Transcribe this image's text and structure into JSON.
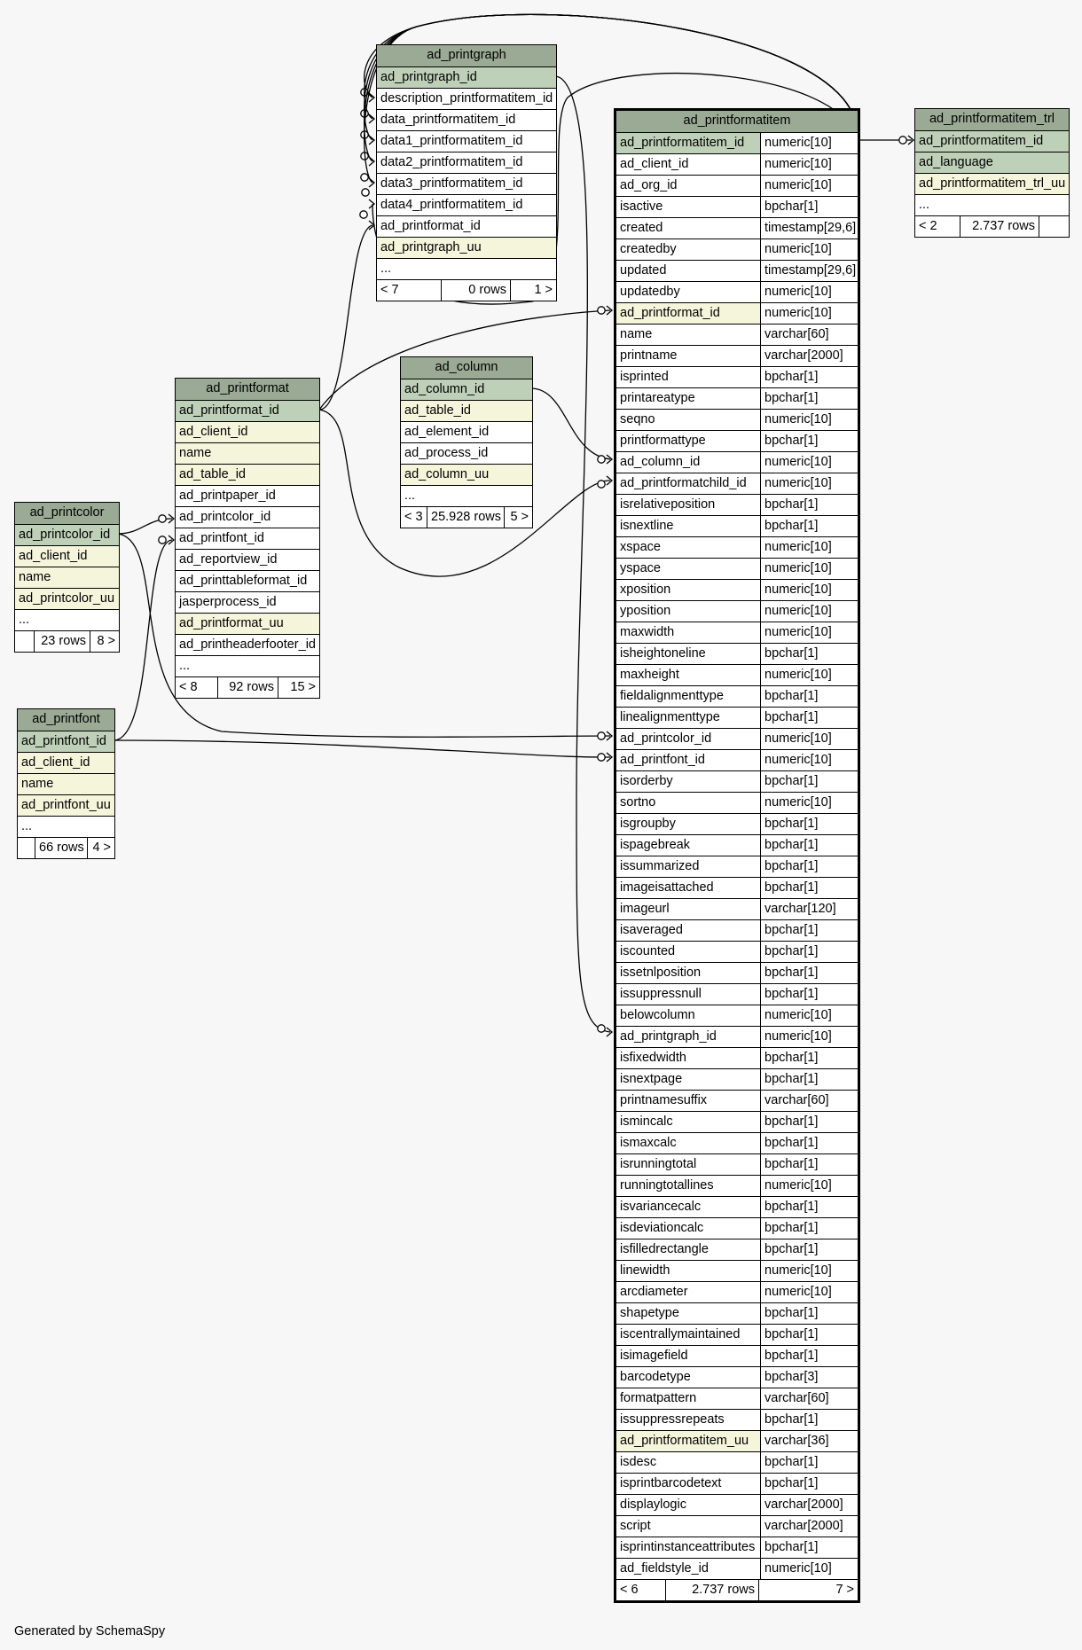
{
  "tables": [
    {
      "name": "ad_printgraph",
      "cols": [
        {
          "name": "ad_printgraph_id",
          "kind": "pk"
        },
        {
          "name": "description_printformatitem_id",
          "kind": "plain"
        },
        {
          "name": "data_printformatitem_id",
          "kind": "plain"
        },
        {
          "name": "data1_printformatitem_id",
          "kind": "plain"
        },
        {
          "name": "data2_printformatitem_id",
          "kind": "plain"
        },
        {
          "name": "data3_printformatitem_id",
          "kind": "plain"
        },
        {
          "name": "data4_printformatitem_id",
          "kind": "plain"
        },
        {
          "name": "ad_printformat_id",
          "kind": "plain"
        },
        {
          "name": "ad_printgraph_uu",
          "kind": "ix"
        },
        {
          "name": "...",
          "kind": "plain"
        }
      ],
      "footer": {
        "parents": "< 7",
        "rows": "0 rows",
        "children": "1 >"
      }
    },
    {
      "name": "ad_printformatitem",
      "cols": [
        {
          "name": "ad_printformatitem_id",
          "type": "numeric[10]",
          "kind": "pk"
        },
        {
          "name": "ad_client_id",
          "type": "numeric[10]",
          "kind": "plain"
        },
        {
          "name": "ad_org_id",
          "type": "numeric[10]",
          "kind": "plain"
        },
        {
          "name": "isactive",
          "type": "bpchar[1]",
          "kind": "plain"
        },
        {
          "name": "created",
          "type": "timestamp[29,6]",
          "kind": "plain"
        },
        {
          "name": "createdby",
          "type": "numeric[10]",
          "kind": "plain"
        },
        {
          "name": "updated",
          "type": "timestamp[29,6]",
          "kind": "plain"
        },
        {
          "name": "updatedby",
          "type": "numeric[10]",
          "kind": "plain"
        },
        {
          "name": "ad_printformat_id",
          "type": "numeric[10]",
          "kind": "ix"
        },
        {
          "name": "name",
          "type": "varchar[60]",
          "kind": "plain"
        },
        {
          "name": "printname",
          "type": "varchar[2000]",
          "kind": "plain"
        },
        {
          "name": "isprinted",
          "type": "bpchar[1]",
          "kind": "plain"
        },
        {
          "name": "printareatype",
          "type": "bpchar[1]",
          "kind": "plain"
        },
        {
          "name": "seqno",
          "type": "numeric[10]",
          "kind": "plain"
        },
        {
          "name": "printformattype",
          "type": "bpchar[1]",
          "kind": "plain"
        },
        {
          "name": "ad_column_id",
          "type": "numeric[10]",
          "kind": "plain"
        },
        {
          "name": "ad_printformatchild_id",
          "type": "numeric[10]",
          "kind": "plain"
        },
        {
          "name": "isrelativeposition",
          "type": "bpchar[1]",
          "kind": "plain"
        },
        {
          "name": "isnextline",
          "type": "bpchar[1]",
          "kind": "plain"
        },
        {
          "name": "xspace",
          "type": "numeric[10]",
          "kind": "plain"
        },
        {
          "name": "yspace",
          "type": "numeric[10]",
          "kind": "plain"
        },
        {
          "name": "xposition",
          "type": "numeric[10]",
          "kind": "plain"
        },
        {
          "name": "yposition",
          "type": "numeric[10]",
          "kind": "plain"
        },
        {
          "name": "maxwidth",
          "type": "numeric[10]",
          "kind": "plain"
        },
        {
          "name": "isheightoneline",
          "type": "bpchar[1]",
          "kind": "plain"
        },
        {
          "name": "maxheight",
          "type": "numeric[10]",
          "kind": "plain"
        },
        {
          "name": "fieldalignmenttype",
          "type": "bpchar[1]",
          "kind": "plain"
        },
        {
          "name": "linealignmenttype",
          "type": "bpchar[1]",
          "kind": "plain"
        },
        {
          "name": "ad_printcolor_id",
          "type": "numeric[10]",
          "kind": "plain"
        },
        {
          "name": "ad_printfont_id",
          "type": "numeric[10]",
          "kind": "plain"
        },
        {
          "name": "isorderby",
          "type": "bpchar[1]",
          "kind": "plain"
        },
        {
          "name": "sortno",
          "type": "numeric[10]",
          "kind": "plain"
        },
        {
          "name": "isgroupby",
          "type": "bpchar[1]",
          "kind": "plain"
        },
        {
          "name": "ispagebreak",
          "type": "bpchar[1]",
          "kind": "plain"
        },
        {
          "name": "issummarized",
          "type": "bpchar[1]",
          "kind": "plain"
        },
        {
          "name": "imageisattached",
          "type": "bpchar[1]",
          "kind": "plain"
        },
        {
          "name": "imageurl",
          "type": "varchar[120]",
          "kind": "plain"
        },
        {
          "name": "isaveraged",
          "type": "bpchar[1]",
          "kind": "plain"
        },
        {
          "name": "iscounted",
          "type": "bpchar[1]",
          "kind": "plain"
        },
        {
          "name": "issetnlposition",
          "type": "bpchar[1]",
          "kind": "plain"
        },
        {
          "name": "issuppressnull",
          "type": "bpchar[1]",
          "kind": "plain"
        },
        {
          "name": "belowcolumn",
          "type": "numeric[10]",
          "kind": "plain"
        },
        {
          "name": "ad_printgraph_id",
          "type": "numeric[10]",
          "kind": "plain"
        },
        {
          "name": "isfixedwidth",
          "type": "bpchar[1]",
          "kind": "plain"
        },
        {
          "name": "isnextpage",
          "type": "bpchar[1]",
          "kind": "plain"
        },
        {
          "name": "printnamesuffix",
          "type": "varchar[60]",
          "kind": "plain"
        },
        {
          "name": "ismincalc",
          "type": "bpchar[1]",
          "kind": "plain"
        },
        {
          "name": "ismaxcalc",
          "type": "bpchar[1]",
          "kind": "plain"
        },
        {
          "name": "isrunningtotal",
          "type": "bpchar[1]",
          "kind": "plain"
        },
        {
          "name": "runningtotallines",
          "type": "numeric[10]",
          "kind": "plain"
        },
        {
          "name": "isvariancecalc",
          "type": "bpchar[1]",
          "kind": "plain"
        },
        {
          "name": "isdeviationcalc",
          "type": "bpchar[1]",
          "kind": "plain"
        },
        {
          "name": "isfilledrectangle",
          "type": "bpchar[1]",
          "kind": "plain"
        },
        {
          "name": "linewidth",
          "type": "numeric[10]",
          "kind": "plain"
        },
        {
          "name": "arcdiameter",
          "type": "numeric[10]",
          "kind": "plain"
        },
        {
          "name": "shapetype",
          "type": "bpchar[1]",
          "kind": "plain"
        },
        {
          "name": "iscentrallymaintained",
          "type": "bpchar[1]",
          "kind": "plain"
        },
        {
          "name": "isimagefield",
          "type": "bpchar[1]",
          "kind": "plain"
        },
        {
          "name": "barcodetype",
          "type": "bpchar[3]",
          "kind": "plain"
        },
        {
          "name": "formatpattern",
          "type": "varchar[60]",
          "kind": "plain"
        },
        {
          "name": "issuppressrepeats",
          "type": "bpchar[1]",
          "kind": "plain"
        },
        {
          "name": "ad_printformatitem_uu",
          "type": "varchar[36]",
          "kind": "ix"
        },
        {
          "name": "isdesc",
          "type": "bpchar[1]",
          "kind": "plain"
        },
        {
          "name": "isprintbarcodetext",
          "type": "bpchar[1]",
          "kind": "plain"
        },
        {
          "name": "displaylogic",
          "type": "varchar[2000]",
          "kind": "plain"
        },
        {
          "name": "script",
          "type": "varchar[2000]",
          "kind": "plain"
        },
        {
          "name": "isprintinstanceattributes",
          "type": "bpchar[1]",
          "kind": "plain"
        },
        {
          "name": "ad_fieldstyle_id",
          "type": "numeric[10]",
          "kind": "plain"
        }
      ],
      "footer": {
        "parents": "< 6",
        "rows": "2.737 rows",
        "children": "7 >"
      }
    },
    {
      "name": "ad_printformatitem_trl",
      "cols": [
        {
          "name": "ad_printformatitem_id",
          "kind": "pk"
        },
        {
          "name": "ad_language",
          "kind": "pk"
        },
        {
          "name": "ad_printformatitem_trl_uu",
          "kind": "ix"
        },
        {
          "name": "...",
          "kind": "plain"
        }
      ],
      "footer": {
        "parents": "< 2",
        "rows": "2.737 rows",
        "children": ""
      }
    },
    {
      "name": "ad_printformat",
      "cols": [
        {
          "name": "ad_printformat_id",
          "kind": "pk"
        },
        {
          "name": "ad_client_id",
          "kind": "ix"
        },
        {
          "name": "name",
          "kind": "ix"
        },
        {
          "name": "ad_table_id",
          "kind": "ix"
        },
        {
          "name": "ad_printpaper_id",
          "kind": "plain"
        },
        {
          "name": "ad_printcolor_id",
          "kind": "plain"
        },
        {
          "name": "ad_printfont_id",
          "kind": "plain"
        },
        {
          "name": "ad_reportview_id",
          "kind": "plain"
        },
        {
          "name": "ad_printtableformat_id",
          "kind": "plain"
        },
        {
          "name": "jasperprocess_id",
          "kind": "plain"
        },
        {
          "name": "ad_printformat_uu",
          "kind": "ix"
        },
        {
          "name": "ad_printheaderfooter_id",
          "kind": "plain"
        },
        {
          "name": "...",
          "kind": "plain"
        }
      ],
      "footer": {
        "parents": "< 8",
        "rows": "92 rows",
        "children": "15 >"
      }
    },
    {
      "name": "ad_column",
      "cols": [
        {
          "name": "ad_column_id",
          "kind": "pk"
        },
        {
          "name": "ad_table_id",
          "kind": "ix"
        },
        {
          "name": "ad_element_id",
          "kind": "plain"
        },
        {
          "name": "ad_process_id",
          "kind": "plain"
        },
        {
          "name": "ad_column_uu",
          "kind": "ix"
        },
        {
          "name": "...",
          "kind": "plain"
        }
      ],
      "footer": {
        "parents": "< 3",
        "rows": "25.928 rows",
        "children": "5 >"
      }
    },
    {
      "name": "ad_printcolor",
      "cols": [
        {
          "name": "ad_printcolor_id",
          "kind": "pk"
        },
        {
          "name": "ad_client_id",
          "kind": "ix"
        },
        {
          "name": "name",
          "kind": "ix"
        },
        {
          "name": "ad_printcolor_uu",
          "kind": "ix"
        },
        {
          "name": "...",
          "kind": "plain"
        }
      ],
      "footer": {
        "parents": "",
        "rows": "23 rows",
        "children": "8 >"
      }
    },
    {
      "name": "ad_printfont",
      "cols": [
        {
          "name": "ad_printfont_id",
          "kind": "pk"
        },
        {
          "name": "ad_client_id",
          "kind": "ix"
        },
        {
          "name": "name",
          "kind": "ix"
        },
        {
          "name": "ad_printfont_uu",
          "kind": "ix"
        },
        {
          "name": "...",
          "kind": "plain"
        }
      ],
      "footer": {
        "parents": "",
        "rows": "66 rows",
        "children": "4 >"
      }
    }
  ],
  "credit": "Generated by SchemaSpy",
  "colors": {
    "header": "#9aaa94",
    "primary_key": "#bfd0b8",
    "indexed": "#f5f5dc",
    "background": "#f7f7f7"
  }
}
